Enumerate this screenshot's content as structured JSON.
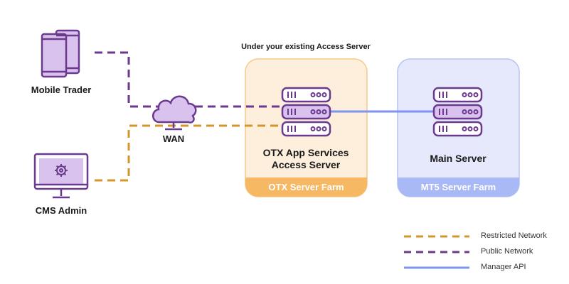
{
  "title": "Under your existing Access Server",
  "nodes": {
    "mobile_trader": "Mobile Trader",
    "cms_admin": "CMS Admin",
    "wan": "WAN",
    "otx_server": [
      "OTX App Services",
      "Access Server"
    ],
    "main_server": "Main Server"
  },
  "farms": {
    "otx": "OTX Server Farm",
    "mt5": "MT5 Server Farm"
  },
  "legend": [
    {
      "label": "Restricted Network",
      "style": "dashed",
      "color": "#d4952b"
    },
    {
      "label": "Public Network",
      "style": "dashed",
      "color": "#6b3a8f"
    },
    {
      "label": "Manager API",
      "style": "solid",
      "color": "#7f93f0"
    }
  ],
  "colors": {
    "purple": "#6b3a8f",
    "purple_fill": "#d9c3ee",
    "orange": "#d4952b",
    "otx_bg": "#fdefdc",
    "otx_border": "#f5c98a",
    "otx_band": "#f7b864",
    "mt5_bg": "#e6e9fb",
    "mt5_border": "#b5c2f3",
    "mt5_band": "#a9b9f5",
    "api_line": "#7f93f0"
  },
  "icons": [
    "mobile-phones-icon",
    "monitor-gear-icon",
    "cloud-icon",
    "server-stack-icon"
  ]
}
